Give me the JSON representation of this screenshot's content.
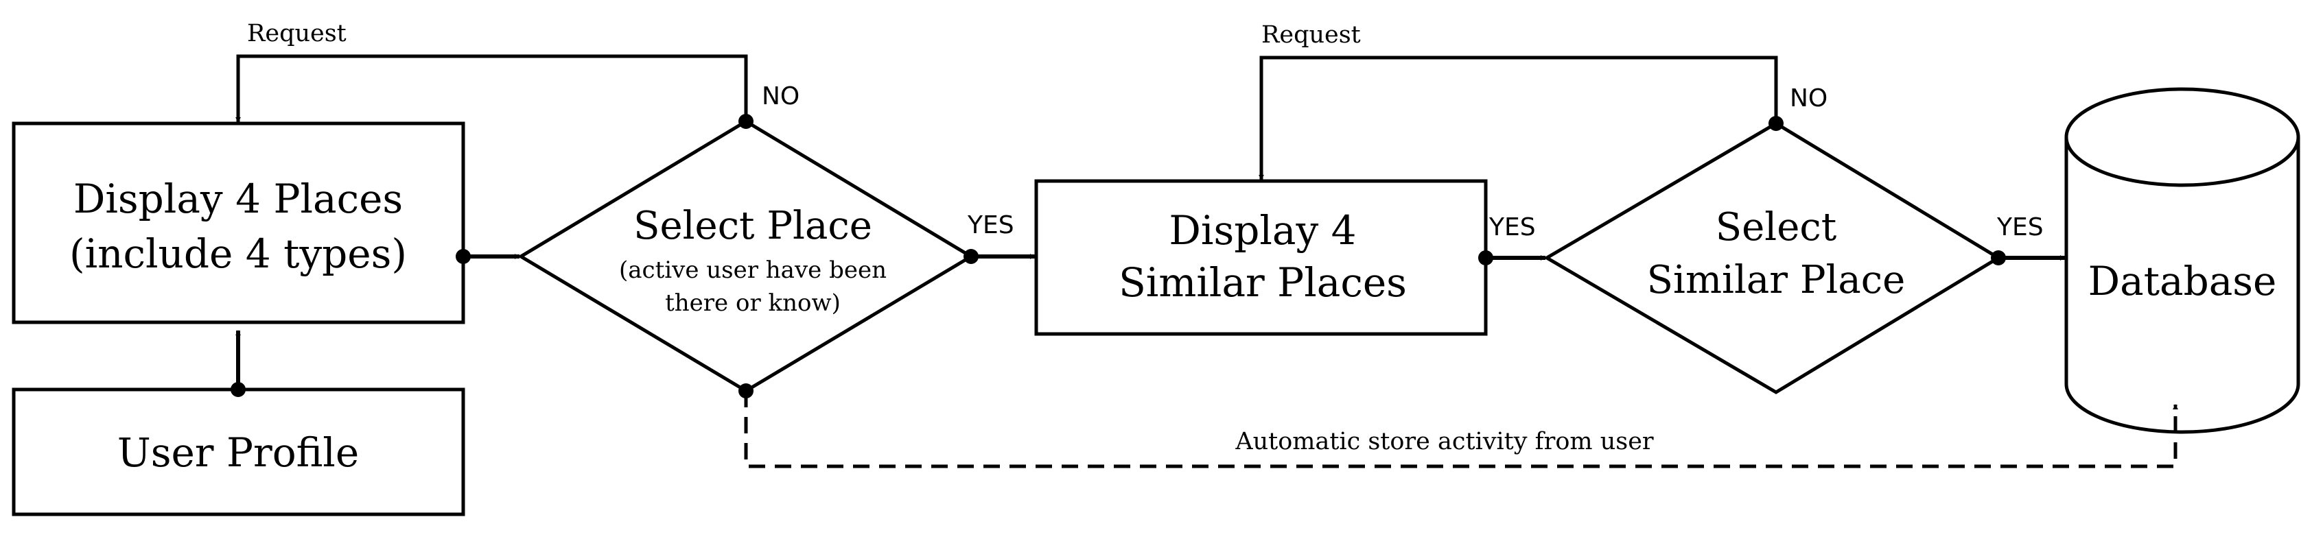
{
  "nodes": {
    "display_places": {
      "line1": "Display 4 Places",
      "line2": "(include 4 types)"
    },
    "user_profile": {
      "label": "User Profile"
    },
    "select_place": {
      "line1": "Select Place",
      "note1": "(active user have been",
      "note2": "there or know)"
    },
    "display_similar": {
      "line1": "Display 4",
      "line2": "Similar Places"
    },
    "select_similar": {
      "line1": "Select",
      "line2": "Similar Place"
    },
    "database": {
      "label": "Database"
    }
  },
  "edges": {
    "request_1": "Request",
    "no_1": "NO",
    "yes_1": "YES",
    "request_2": "Request",
    "no_2": "NO",
    "yes_2": "YES",
    "yes_3": "YES",
    "auto_store": "Automatic store activity from user"
  }
}
